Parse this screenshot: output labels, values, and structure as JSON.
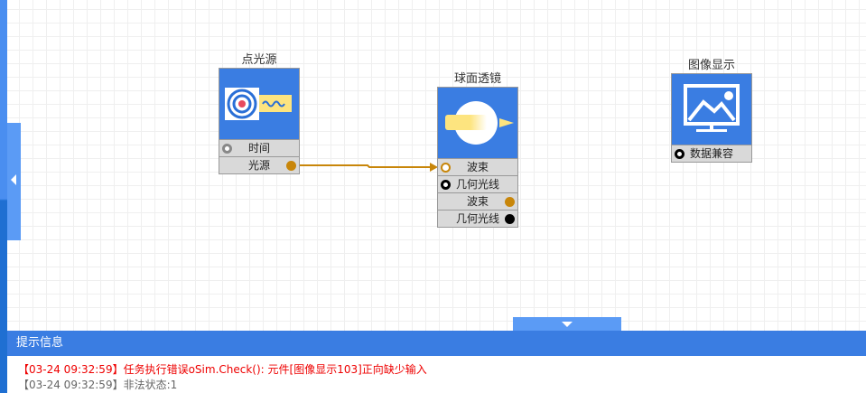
{
  "nodes": {
    "point_source": {
      "title": "点光源",
      "rows": [
        "时间",
        "光源"
      ]
    },
    "sphere_lens": {
      "title": "球面透镜",
      "rows": [
        "波束",
        "几何光线",
        "波束",
        "几何光线"
      ]
    },
    "image_display": {
      "title": "图像显示",
      "rows": [
        "数据兼容"
      ]
    }
  },
  "panel": {
    "title": "提示信息"
  },
  "log": [
    {
      "time": "【03-24 09:32:59】",
      "text": "任务执行错误oSim.Check(): 元件[图像显示103]正向缺少输入"
    },
    {
      "time": "【03-24 09:32:59】",
      "text": "非法状态:1"
    }
  ],
  "colors": {
    "accent": "#3a7de2",
    "beam": "#c8860a",
    "error": "#ee0000"
  }
}
